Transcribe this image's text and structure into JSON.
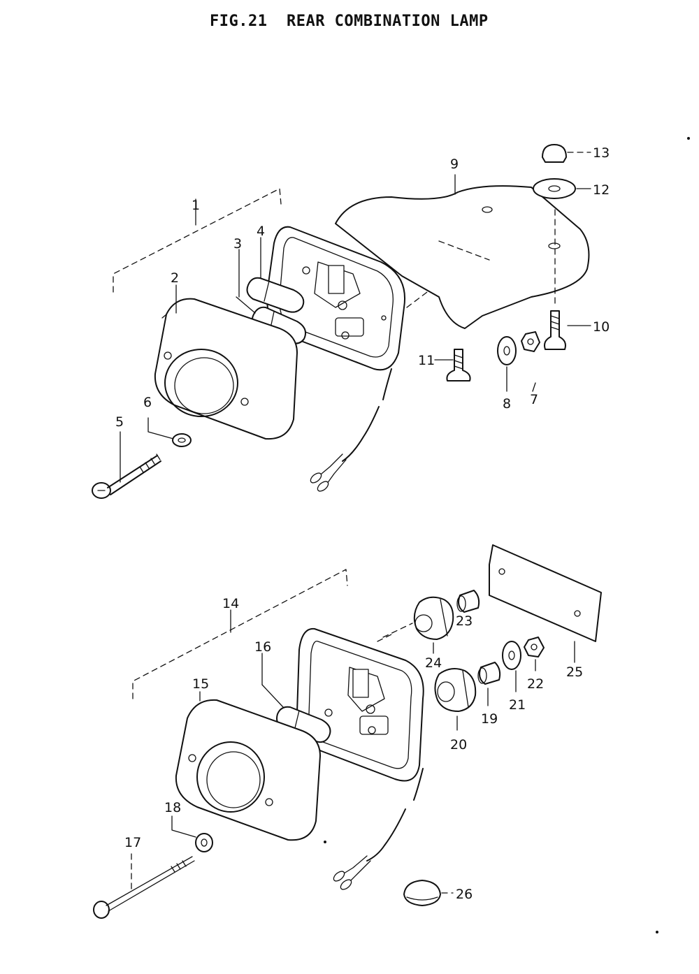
{
  "title": "FIG.21  REAR COMBINATION LAMP",
  "callouts": {
    "p1": "1",
    "p2": "2",
    "p3": "3",
    "p4": "4",
    "p5": "5",
    "p6": "6",
    "p7": "7",
    "p8": "8",
    "p9": "9",
    "p10": "10",
    "p11": "11",
    "p12": "12",
    "p13": "13",
    "p14": "14",
    "p15": "15",
    "p16": "16",
    "p17": "17",
    "p18": "18",
    "p19": "19",
    "p20": "20",
    "p21": "21",
    "p22": "22",
    "p23": "23",
    "p24": "24",
    "p25": "25",
    "p26": "26"
  }
}
